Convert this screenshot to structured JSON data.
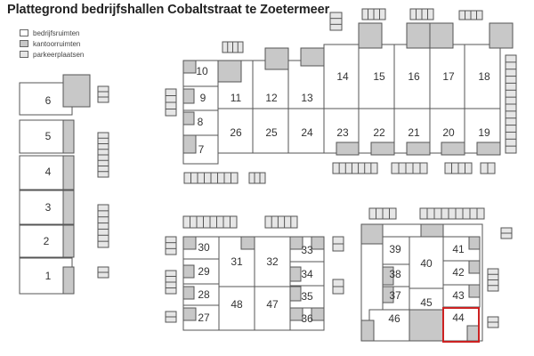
{
  "title": "Plattegrond bedrijfshallen Cobaltstraat te Zoetermeer",
  "legend": [
    {
      "label": "bedrijfsruimten",
      "color": "#ffffff"
    },
    {
      "label": "kantoorruimten",
      "color": "#c8c8c8"
    },
    {
      "label": "parkeerplaatsen",
      "color": "#e6e6e6"
    }
  ],
  "colors": {
    "line": "#555555",
    "office": "#c8c8c8",
    "parking": "#e6e6e6",
    "highlight": "#cc2222"
  },
  "units": [
    "1",
    "2",
    "3",
    "4",
    "5",
    "6",
    "7",
    "8",
    "9",
    "10",
    "11",
    "12",
    "13",
    "14",
    "15",
    "16",
    "17",
    "18",
    "19",
    "20",
    "21",
    "22",
    "23",
    "24",
    "25",
    "26",
    "27",
    "28",
    "29",
    "30",
    "31",
    "32",
    "33",
    "34",
    "35",
    "36",
    "37",
    "38",
    "39",
    "40",
    "41",
    "42",
    "43",
    "44",
    "45",
    "46",
    "47",
    "48"
  ],
  "highlighted_unit": "44"
}
